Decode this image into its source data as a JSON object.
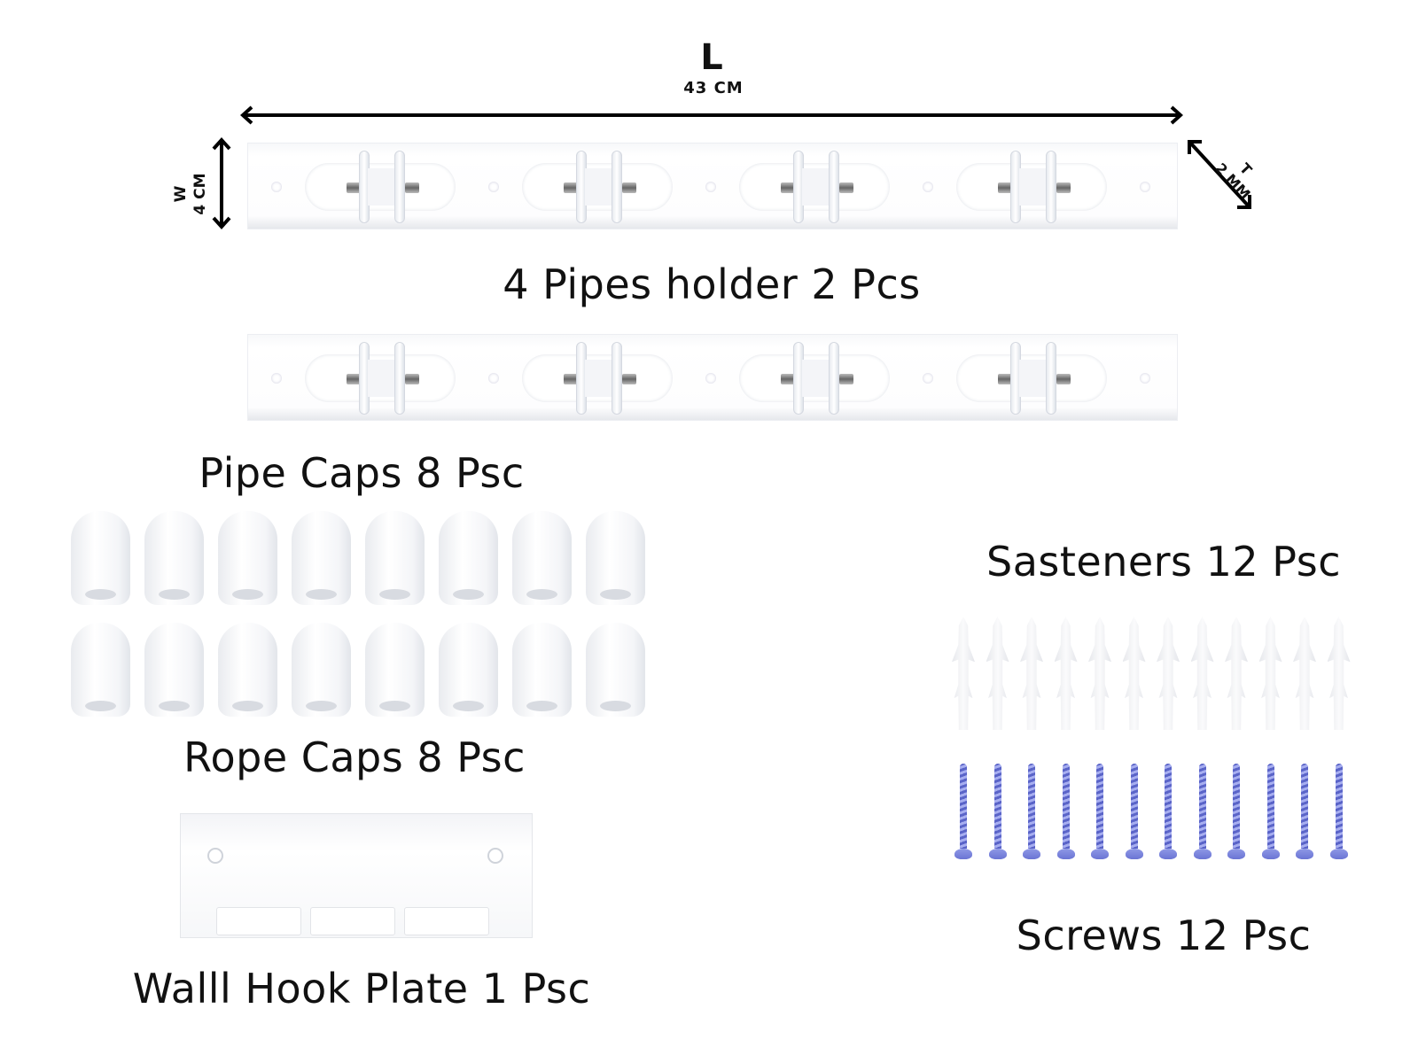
{
  "dimensions": {
    "length_label": "L",
    "length_value": "43 CM",
    "width_label": "W",
    "width_value": "4 CM",
    "thickness_label": "T",
    "thickness_value": "2 MM"
  },
  "items": {
    "pipes_holder": {
      "label": "4 Pipes holder 2 Pcs",
      "count": 2,
      "rollers_per_holder": 4
    },
    "pipe_caps": {
      "label": "Pipe Caps 8 Psc",
      "count": 8
    },
    "rope_caps": {
      "label": "Rope Caps 8 Psc",
      "count": 8
    },
    "wall_hook_plate": {
      "label": "Walll Hook Plate 1 Psc",
      "count": 1
    },
    "fasteners": {
      "label": "Sasteners 12 Psc",
      "count": 12
    },
    "screws": {
      "label": "Screws 12 Psc",
      "count": 12
    }
  }
}
